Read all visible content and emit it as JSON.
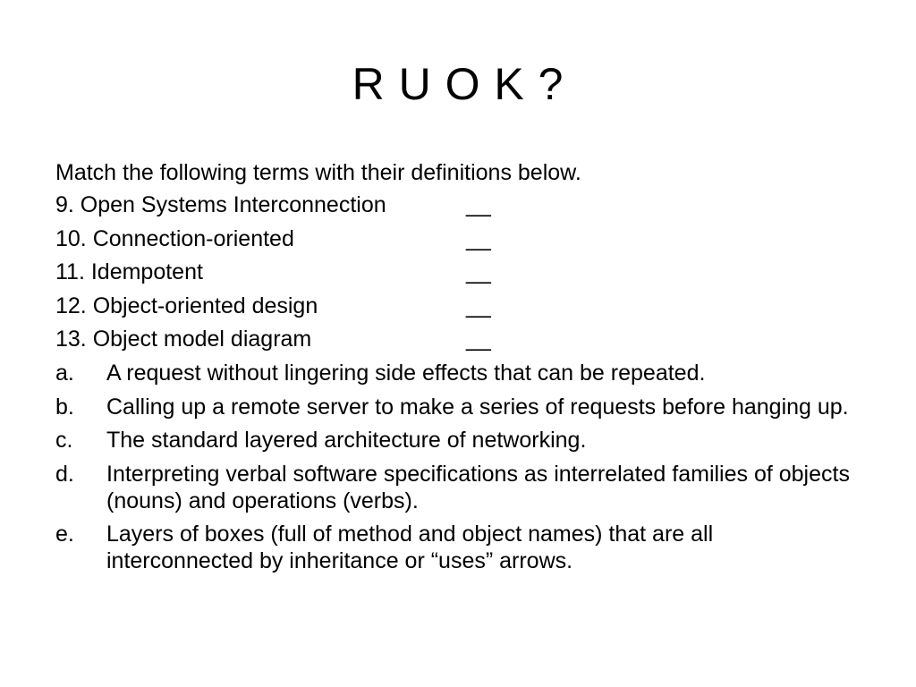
{
  "slide": {
    "title": "R U O K ?",
    "instruction": "Match the following terms with their definitions below.",
    "terms": [
      {
        "text": "9. Open Systems Interconnection",
        "blank": "__"
      },
      {
        "text": "10. Connection-oriented",
        "blank": "__"
      },
      {
        "text": "11. Idempotent",
        "blank": "__"
      },
      {
        "text": "12. Object-oriented design",
        "blank": "__"
      },
      {
        "text": "13. Object model diagram",
        "blank": "__"
      }
    ],
    "definitions": [
      {
        "label": "a.",
        "text": "A request without lingering side effects that can be repeated."
      },
      {
        "label": "b.",
        "text": "Calling up a remote server to make a series of requests before hanging up."
      },
      {
        "label": "c.",
        "text": "The standard layered architecture of networking."
      },
      {
        "label": "d.",
        "text": "Interpreting verbal software specifications as interrelated families of objects (nouns) and operations (verbs)."
      },
      {
        "label": "e.",
        "text": "Layers of boxes (full of method and object names) that are all interconnected by inheritance or “uses” arrows."
      }
    ]
  }
}
